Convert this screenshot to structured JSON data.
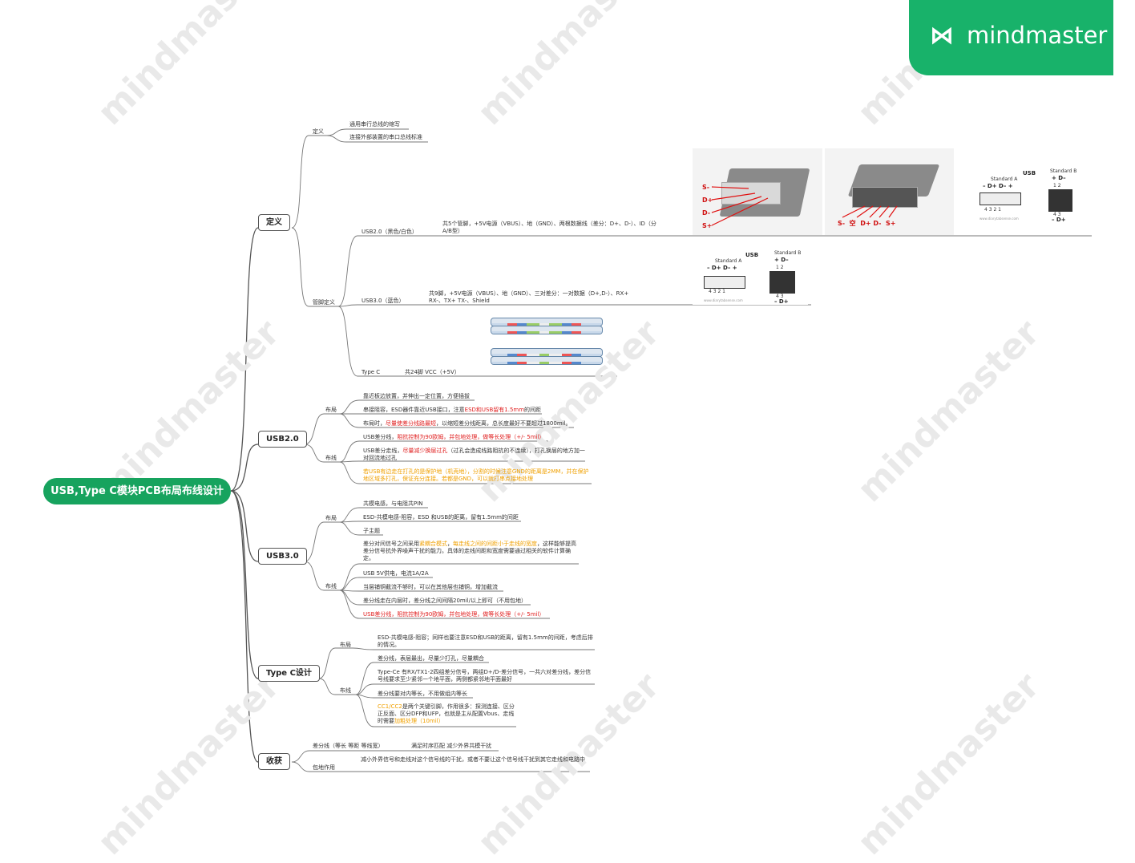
{
  "brand": {
    "name": "mindmaster",
    "watermark": "mindmaster",
    "color": "#18b26a"
  },
  "root": "USB,Type C模块PCB布局布线设计",
  "b1": {
    "title": "定义",
    "def": {
      "label": "定义",
      "items": [
        "通用串行总线的缩写",
        "连接外部装置的串口总线标准"
      ]
    },
    "pins": {
      "label": "管脚定义",
      "usb2": {
        "label": "USB2.0（黑色/白色）",
        "desc": "共5个管脚，+5V电源（VBUS）、地（GND）、两根数据线（差分：D+、D-）、ID（分A/B型）"
      },
      "usb3": {
        "label": "USB3.0（蓝色）",
        "desc": "共9脚，+5V电源（VBUS）、地（GND）、三对差分：一对数据（D+,D-）、RX+ RX-、TX+ TX-、Shield"
      },
      "typec": {
        "label": "Type C",
        "desc": "共24脚 VCC（+5V）"
      }
    }
  },
  "photo": {
    "left_labels": [
      "S-",
      "D+",
      "D-",
      "S+"
    ],
    "bottom_labels": "S-  空  D+ D-  S+"
  },
  "diag": {
    "title": "USB",
    "std_a": "Standard A",
    "std_b": "Standard B",
    "a_pins": "–  D+  D–  +",
    "a_nums": "4   3   2   1",
    "b_top": "+  D–",
    "b_topnum": "1   2",
    "b_bot": "–  D+",
    "b_botnum": "4   3",
    "url": "www.diarytabsense.com"
  },
  "b2": {
    "title": "USB2.0",
    "layout": {
      "label": "布局",
      "items": [
        [
          "靠近板边放置，并伸出一定位置，方便插拔"
        ],
        [
          "串接阻容，ESD器件靠近USB接口，注意",
          {
            "t": "ESD和USB留有1.5mm",
            "c": "red"
          },
          "的间距"
        ],
        [
          "布局时，",
          {
            "t": "尽量使差分线路最短",
            "c": "red"
          },
          "，以缩短差分线距离，总长度最好不要超过1800mil。"
        ]
      ]
    },
    "routing": {
      "label": "布线",
      "items": [
        [
          "USB差分线，",
          {
            "t": "阻抗控制为90欧姆，并包地处理，做等长处理（+/- 5mil）",
            "c": "red"
          }
        ],
        [
          "USB差分走线，",
          {
            "t": "尽量减少换层过孔",
            "c": "red"
          },
          "（过孔会造成线路阻抗的不连续），打孔换层的地方加一对回流地过孔"
        ],
        [
          {
            "t": "若USB有边走在打孔的是保护地（机壳地），分割的时候注意GND的距离是2MM，并在保护地区域多打孔，保证充分连接。若都是GND，可以就打串点接地处理",
            "c": "org"
          }
        ]
      ]
    }
  },
  "b3": {
    "title": "USB3.0",
    "layout": {
      "label": "布局",
      "items": [
        [
          "共模电感，与电阻共PIN"
        ],
        [
          "ESD-共模电感-阻容，ESD 和USB的距离，留有1.5mm的间距"
        ],
        [
          "子主题"
        ]
      ]
    },
    "routing": {
      "label": "布线",
      "items": [
        [
          "差分对间信号之间采用",
          {
            "t": "紧耦合模式",
            "c": "org"
          },
          "，",
          {
            "t": "每走线之间的间距小于走线的宽度",
            "c": "org"
          },
          "，这样能够提高差分信号抗外界噪声干扰的能力。具体的走线间距和宽度需要通过相关的软件计算确定。"
        ],
        [
          "USB 5V供电，电流1A/2A"
        ],
        [
          "当层铺铜截流不够时，可以在其他层也铺铜，增加截流"
        ],
        [
          "差分线走在内层时，差分线之间间隔20mil/以上即可（不用包地）"
        ],
        [
          {
            "t": "USB差分线，阻抗控制为90欧姆，并包地处理，做等长处理（+/- 5mil）",
            "c": "red"
          }
        ]
      ]
    }
  },
  "b4": {
    "title": "Type C设计",
    "layout": {
      "label": "布局",
      "items": [
        [
          "ESD-共模电感-阻容；同样也要注意ESD和USB的距离，留有1.5mm的间距，考虑后排的情况。"
        ]
      ]
    },
    "routing": {
      "label": "布线",
      "items": [
        [
          "差分线，表层最出，尽量少打孔，尽量耦合"
        ],
        [
          "Type-Ce 有RX/TX1-2四组差分信号，两组D+/D-差分信号，一共六对差分线，差分信号线要求至少紧邻一个地平面，两侧都紧邻地平面最好"
        ],
        [
          "差分线要对内等长，不用做组内等长"
        ],
        [
          {
            "t": "CC1/CC2",
            "c": "org"
          },
          "是两个关键引脚，作用很多：探测连接、区分正反面、区分DFP和UFP，也就是主从配置Vbus、走线时需要",
          {
            "t": "加粗处理（10mil）",
            "c": "org"
          }
        ]
      ]
    }
  },
  "b5": {
    "title": "收获",
    "diff": {
      "label": "差分线（等长 等距 等线宽）",
      "desc": "满足时序匹配 减少外界共模干扰"
    },
    "gnd": {
      "label": "包地作用",
      "desc": "减小外界信号和走线对这个信号线的干扰，或者不要让这个信号线干扰到其它走线和电路中"
    }
  }
}
